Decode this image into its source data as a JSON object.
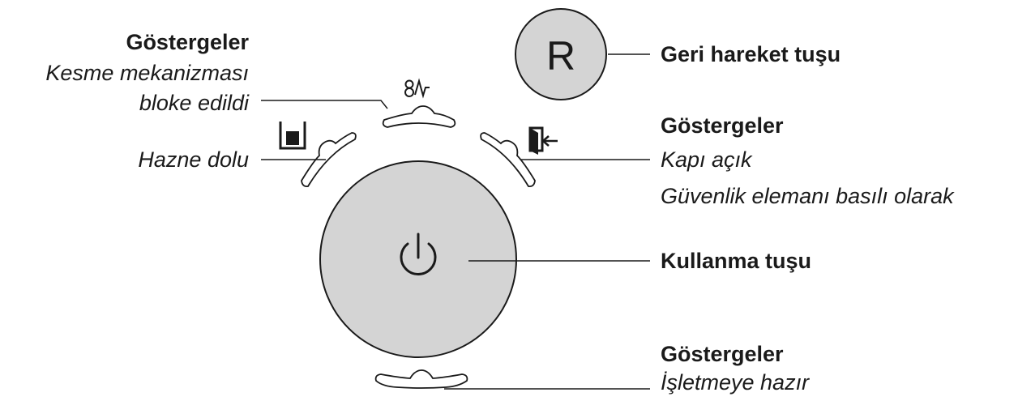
{
  "labels": {
    "indicators_left_title": "Göstergeler",
    "cutting_blocked_line1": "Kesme mekanizması",
    "cutting_blocked_line2": "bloke edildi",
    "bin_full": "Hazne dolu",
    "reverse_button": "Geri hareket tuşu",
    "indicators_right_title": "Göstergeler",
    "door_open": "Kapı açık",
    "safety_pressed": "Güvenlik elemanı basılı olarak",
    "operating_button": "Kullanma tuşu",
    "indicators_bottom_title": "Göstergeler",
    "ready": "İşletmeye hazır"
  },
  "reverse_button_letter": "R",
  "colors": {
    "button_fill": "#d4d4d4",
    "stroke": "#1a1a1a",
    "background": "#ffffff"
  },
  "icons": [
    "blade-blocked-icon",
    "bin-full-icon",
    "door-open-icon",
    "power-icon"
  ]
}
